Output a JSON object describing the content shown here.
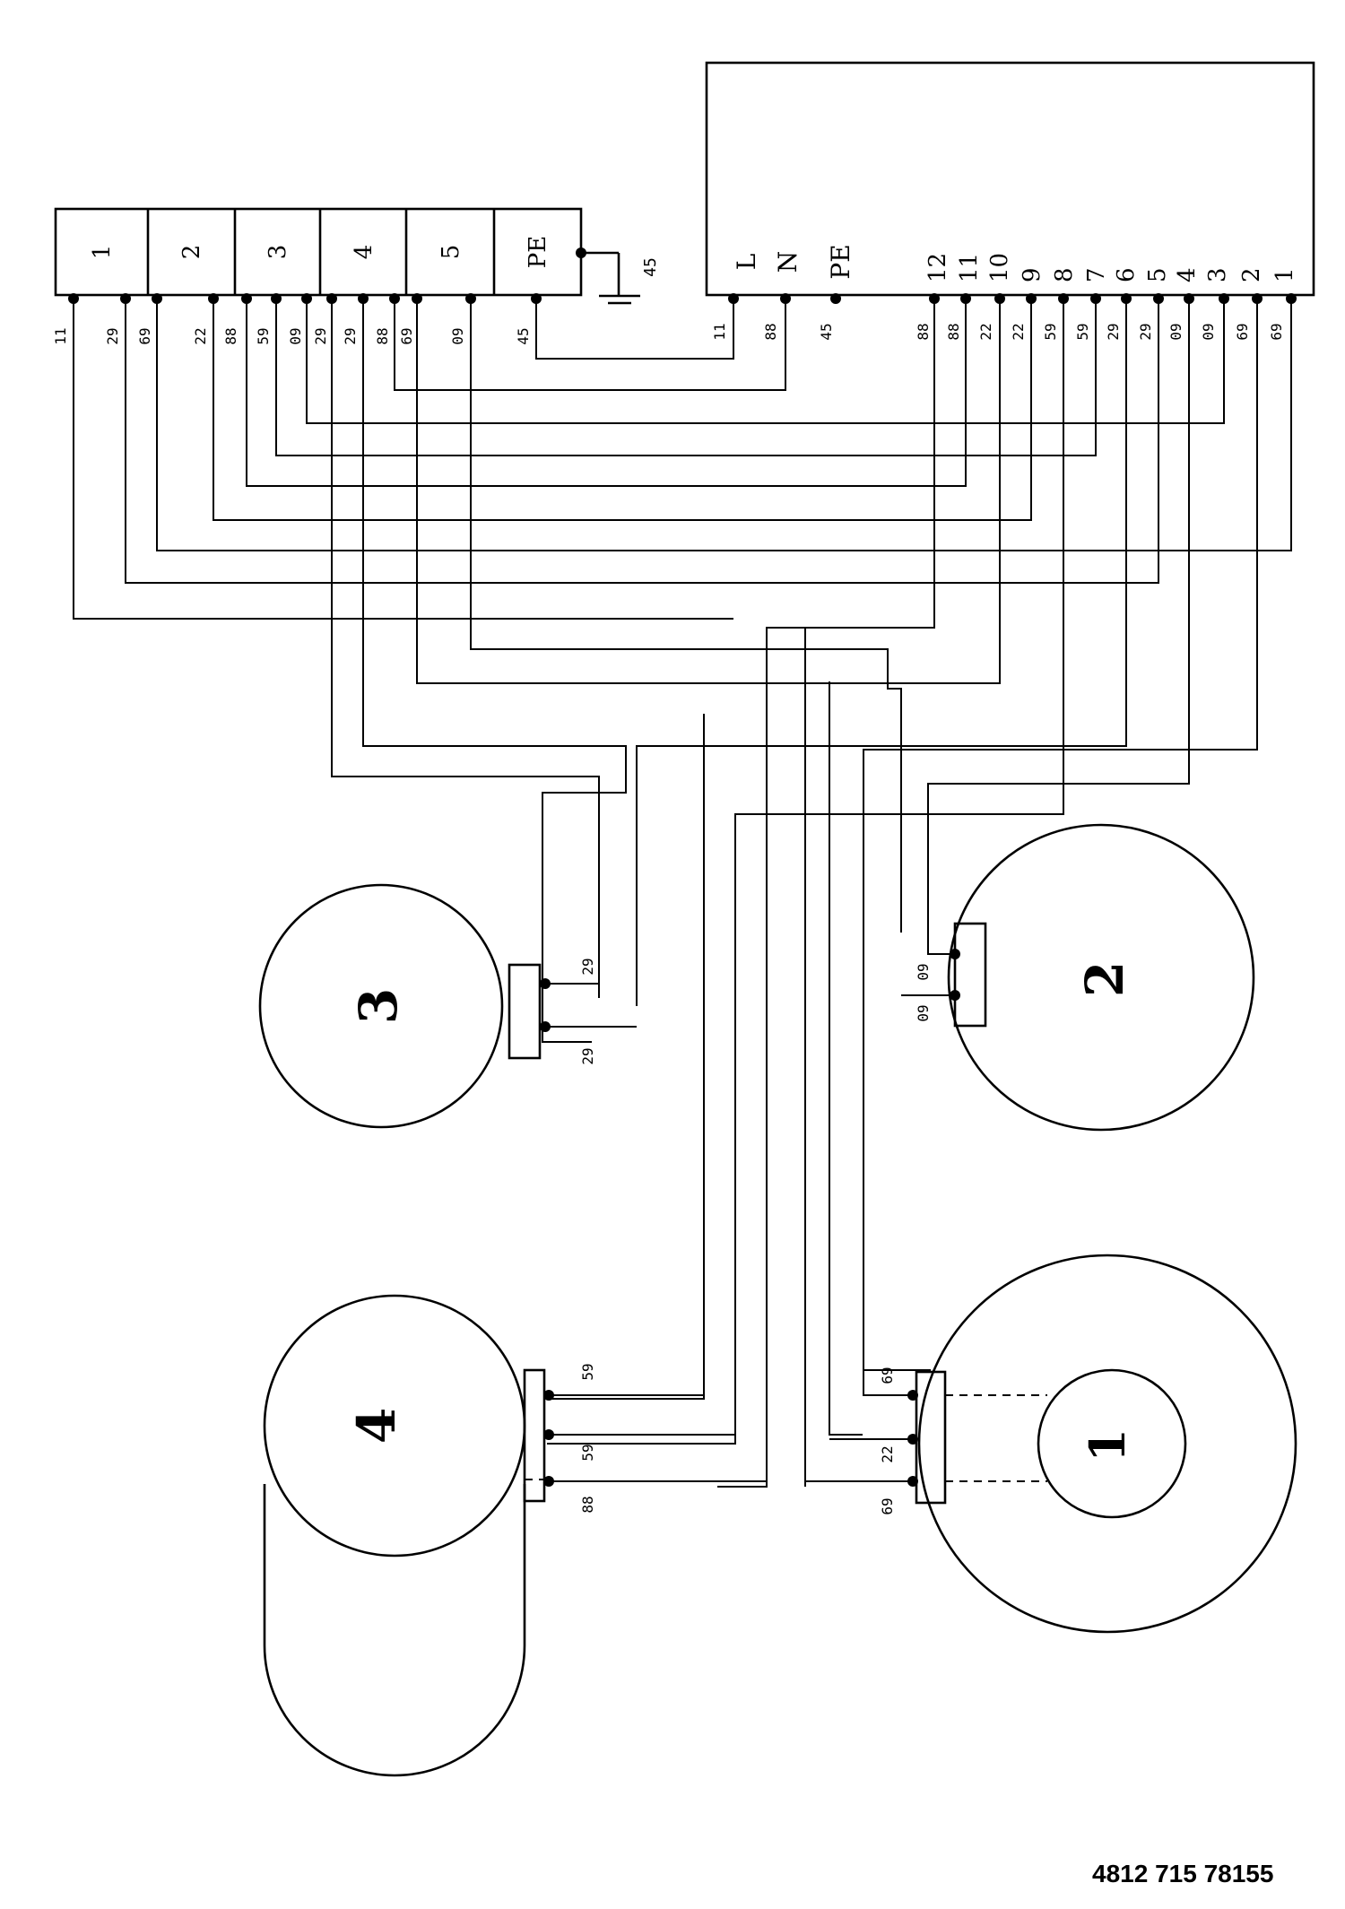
{
  "document_number": "4812 715 78155",
  "terminal_block": {
    "cells": [
      "1",
      "2",
      "3",
      "4",
      "5",
      "PE"
    ],
    "wire_labels": [
      "11",
      "29",
      "69",
      "22",
      "88",
      "59",
      "09",
      "29",
      "29",
      "88",
      "69",
      "09",
      "45"
    ],
    "ground_label": "45"
  },
  "control_box": {
    "terminals": [
      "L",
      "N",
      "PE",
      "12",
      "11",
      "10",
      "9",
      "8",
      "7",
      "6",
      "5",
      "4",
      "3",
      "2",
      "1"
    ],
    "wire_labels": [
      "11",
      "88",
      "45",
      "88",
      "88",
      "22",
      "22",
      "59",
      "59",
      "29",
      "29",
      "09",
      "09",
      "69",
      "69"
    ]
  },
  "components": [
    {
      "number": "1",
      "wire_labels": [
        "69",
        "22",
        "69"
      ]
    },
    {
      "number": "2",
      "wire_labels": [
        "09",
        "09"
      ]
    },
    {
      "number": "3",
      "wire_labels": [
        "29",
        "29"
      ]
    },
    {
      "number": "4",
      "wire_labels": [
        "59",
        "59",
        "88"
      ]
    }
  ]
}
